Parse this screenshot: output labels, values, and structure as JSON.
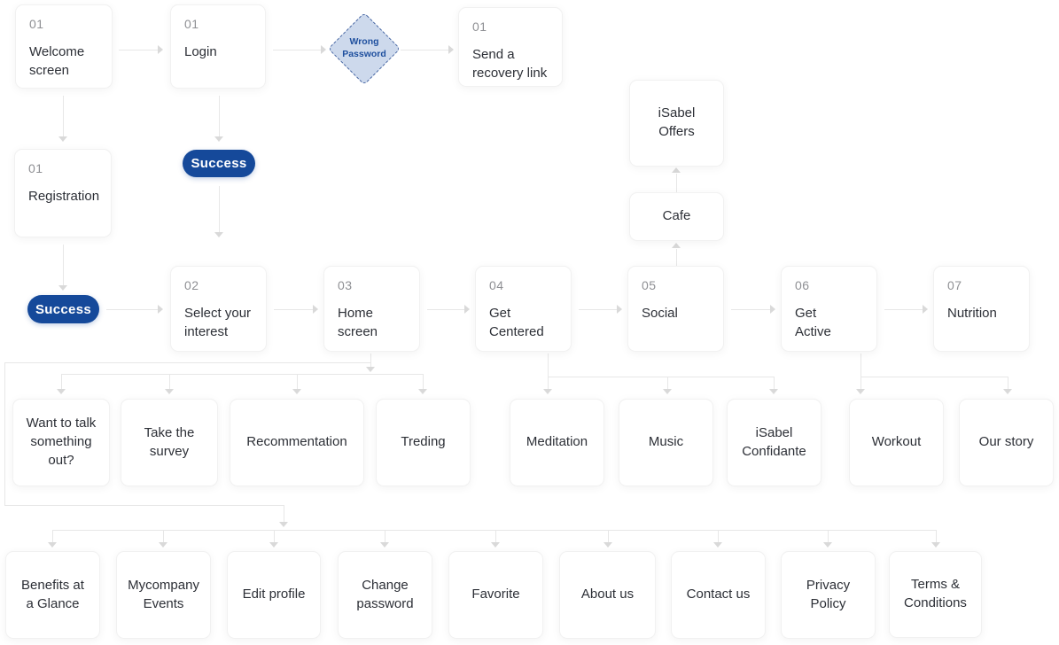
{
  "success_label": "Success",
  "decision": {
    "line1": "Wrong",
    "line2": "Password"
  },
  "colors": {
    "accent_blue": "#15499a",
    "diamond_fill": "#cdd9ec",
    "diamond_border": "#40609f",
    "connector_line": "#e7e7e7",
    "number_gray": "#8f9094",
    "label_dark": "#2c2f36"
  },
  "nodes": {
    "welcome": {
      "number": "01",
      "label": "Welcome screen"
    },
    "login": {
      "number": "01",
      "label": "Login"
    },
    "recovery": {
      "number": "01",
      "label": "Send a recovery link"
    },
    "registration": {
      "number": "01",
      "label": "Registration"
    },
    "select_interest": {
      "number": "02",
      "label": "Select your interest"
    },
    "home_screen": {
      "number": "03",
      "label": "Home screen"
    },
    "get_centered": {
      "number": "04",
      "label": "Get Centered"
    },
    "social": {
      "number": "05",
      "label": "Social"
    },
    "get_active": {
      "number": "06",
      "label": "Get Active"
    },
    "nutrition": {
      "number": "07",
      "label": "Nutrition"
    },
    "isabel_offers": {
      "label": "iSabel Offers"
    },
    "cafe": {
      "label": "Cafe"
    },
    "want_talk": {
      "label": "Want to talk something out?"
    },
    "take_survey": {
      "label": "Take the survey"
    },
    "recommentation": {
      "label": "Recommentation"
    },
    "treding": {
      "label": "Treding"
    },
    "meditation": {
      "label": "Meditation"
    },
    "music": {
      "label": "Music"
    },
    "isabel_confidante": {
      "label": "iSabel Confidante"
    },
    "workout": {
      "label": "Workout"
    },
    "our_story": {
      "label": "Our story"
    },
    "benefits": {
      "label": "Benefits at a Glance"
    },
    "mycompany_events": {
      "label": "Mycompany Events"
    },
    "edit_profile": {
      "label": "Edit profile"
    },
    "change_password": {
      "label": "Change password"
    },
    "favorite": {
      "label": "Favorite"
    },
    "about_us": {
      "label": "About us"
    },
    "contact_us": {
      "label": "Contact us"
    },
    "privacy_policy": {
      "label": "Privacy Policy"
    },
    "terms_conditions": {
      "label": "Terms & Conditions"
    }
  }
}
